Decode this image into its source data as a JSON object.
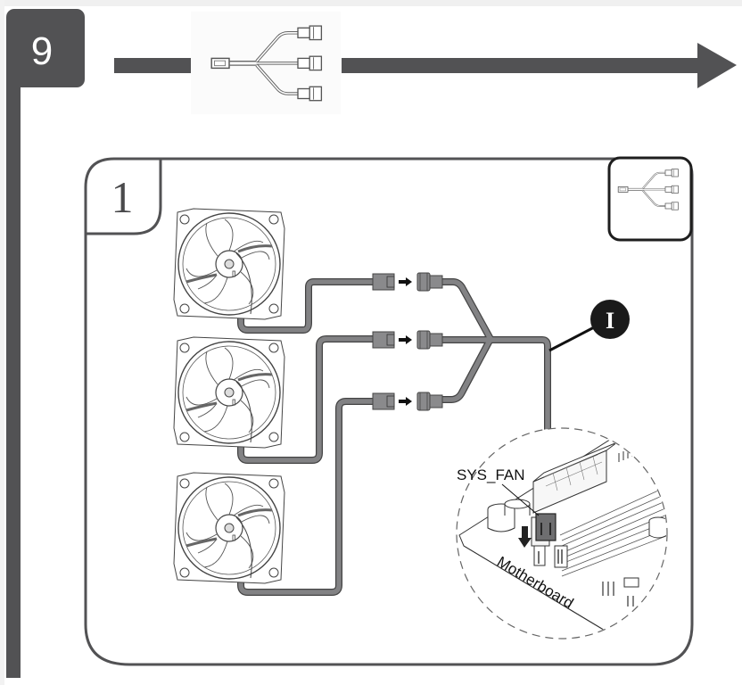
{
  "step": {
    "number": "9",
    "header_icon": "y-splitter-cable-icon",
    "direction_icon": "arrow-right-icon"
  },
  "panel": {
    "number": "1",
    "corner_icon": "y-splitter-cable-icon",
    "fans": [
      {
        "name": "fan-1",
        "icon": "case-fan-icon"
      },
      {
        "name": "fan-2",
        "icon": "case-fan-icon"
      },
      {
        "name": "fan-3",
        "icon": "case-fan-icon"
      }
    ],
    "callout_badge": "I",
    "connector_label": "SYS_FAN",
    "board_label": "Motherboard"
  },
  "colors": {
    "dark": "#525254",
    "cable": "#7a7a7c",
    "badge": "#1a1a1a"
  }
}
